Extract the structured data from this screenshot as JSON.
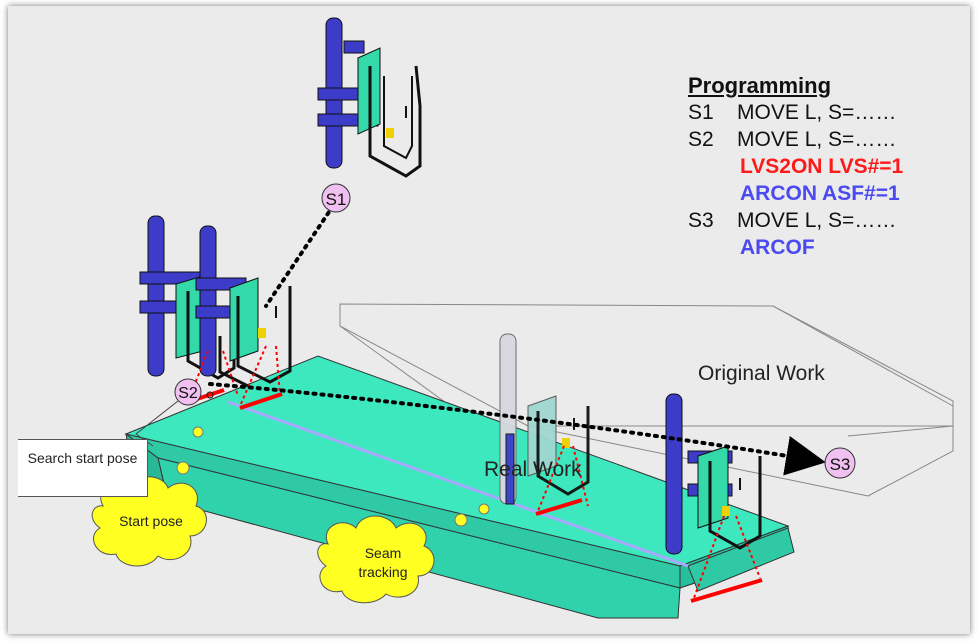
{
  "programming": {
    "title": "Programming",
    "lines": [
      {
        "step": "S1",
        "text": "MOVE L, S=……"
      },
      {
        "step": "S2",
        "text": "MOVE L, S=……"
      },
      {
        "step": "",
        "text": "LVS2ON LVS#=1",
        "color": "#ff1a1a"
      },
      {
        "step": "",
        "text": "ARCON ASF#=1",
        "color": "#4a4af0"
      },
      {
        "step": "S3",
        "text": "MOVE L, S=……"
      },
      {
        "step": "",
        "text": "ARCOF",
        "color": "#4a4af0"
      }
    ]
  },
  "points": {
    "s1": "S1",
    "s2": "S2",
    "s3": "S3"
  },
  "labels": {
    "original_work": "Original Work",
    "real_work": "Real Work",
    "search_start_pose": "Search start pose"
  },
  "clouds": {
    "start_pose": "Start pose",
    "seam_tracking": "Seam tracking"
  },
  "colors": {
    "workpiece": "#3de8bf",
    "torch": "#3c3cc8",
    "path": "#000000",
    "sensor_laser": "#ff0000",
    "cloud": "#ffff22",
    "point_marker": "#f0c0f0"
  }
}
